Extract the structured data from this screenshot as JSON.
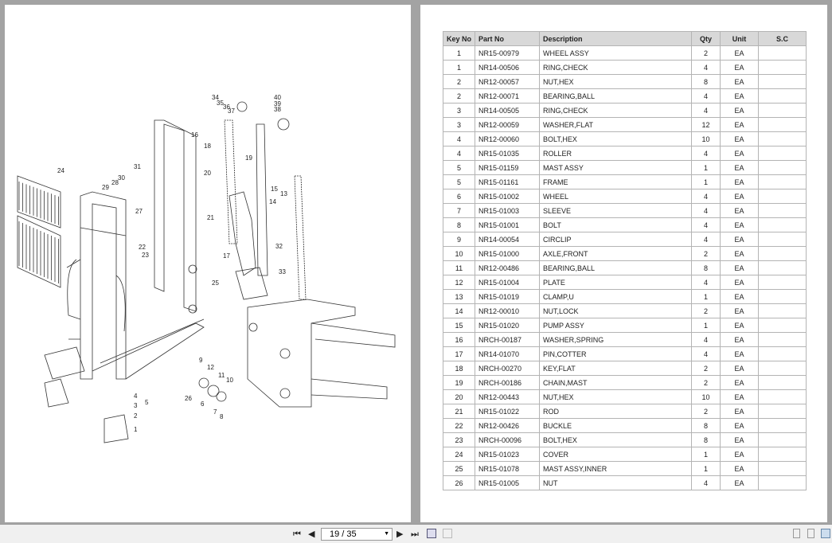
{
  "diagram": {
    "callouts": [
      "1",
      "2",
      "3",
      "4",
      "5",
      "6",
      "7",
      "8",
      "9",
      "10",
      "11",
      "12",
      "13",
      "14",
      "15",
      "16",
      "17",
      "18",
      "19",
      "20",
      "21",
      "22",
      "23",
      "24",
      "25",
      "26",
      "27",
      "28",
      "29",
      "30",
      "31",
      "32",
      "33",
      "34",
      "35",
      "36",
      "37",
      "38",
      "39",
      "40"
    ]
  },
  "table": {
    "headers": [
      "Key No",
      "Part No",
      "Description",
      "Qty",
      "Unit",
      "S.C"
    ],
    "rows": [
      [
        "1",
        "NR15-00979",
        "WHEEL ASSY",
        "2",
        "EA",
        ""
      ],
      [
        "1",
        "NR14-00506",
        "RING,CHECK",
        "4",
        "EA",
        ""
      ],
      [
        "2",
        "NR12-00057",
        "NUT,HEX",
        "8",
        "EA",
        ""
      ],
      [
        "2",
        "NR12-00071",
        "BEARING,BALL",
        "4",
        "EA",
        ""
      ],
      [
        "3",
        "NR14-00505",
        "RING,CHECK",
        "4",
        "EA",
        ""
      ],
      [
        "3",
        "NR12-00059",
        "WASHER,FLAT",
        "12",
        "EA",
        ""
      ],
      [
        "4",
        "NR12-00060",
        "BOLT,HEX",
        "10",
        "EA",
        ""
      ],
      [
        "4",
        "NR15-01035",
        "ROLLER",
        "4",
        "EA",
        ""
      ],
      [
        "5",
        "NR15-01159",
        "MAST ASSY",
        "1",
        "EA",
        ""
      ],
      [
        "5",
        "NR15-01161",
        "FRAME",
        "1",
        "EA",
        ""
      ],
      [
        "6",
        "NR15-01002",
        "WHEEL",
        "4",
        "EA",
        ""
      ],
      [
        "7",
        "NR15-01003",
        "SLEEVE",
        "4",
        "EA",
        ""
      ],
      [
        "8",
        "NR15-01001",
        "BOLT",
        "4",
        "EA",
        ""
      ],
      [
        "9",
        "NR14-00054",
        "CIRCLIP",
        "4",
        "EA",
        ""
      ],
      [
        "10",
        "NR15-01000",
        "AXLE,FRONT",
        "2",
        "EA",
        ""
      ],
      [
        "11",
        "NR12-00486",
        "BEARING,BALL",
        "8",
        "EA",
        ""
      ],
      [
        "12",
        "NR15-01004",
        "PLATE",
        "4",
        "EA",
        ""
      ],
      [
        "13",
        "NR15-01019",
        "CLAMP,U",
        "1",
        "EA",
        ""
      ],
      [
        "14",
        "NR12-00010",
        "NUT,LOCK",
        "2",
        "EA",
        ""
      ],
      [
        "15",
        "NR15-01020",
        "PUMP ASSY",
        "1",
        "EA",
        ""
      ],
      [
        "16",
        "NRCH-00187",
        "WASHER,SPRING",
        "4",
        "EA",
        ""
      ],
      [
        "17",
        "NR14-01070",
        "PIN,COTTER",
        "4",
        "EA",
        ""
      ],
      [
        "18",
        "NRCH-00270",
        "KEY,FLAT",
        "2",
        "EA",
        ""
      ],
      [
        "19",
        "NRCH-00186",
        "CHAIN,MAST",
        "2",
        "EA",
        ""
      ],
      [
        "20",
        "NR12-00443",
        "NUT,HEX",
        "10",
        "EA",
        ""
      ],
      [
        "21",
        "NR15-01022",
        "ROD",
        "2",
        "EA",
        ""
      ],
      [
        "22",
        "NR12-00426",
        "BUCKLE",
        "8",
        "EA",
        ""
      ],
      [
        "23",
        "NRCH-00096",
        "BOLT,HEX",
        "8",
        "EA",
        ""
      ],
      [
        "24",
        "NR15-01023",
        "COVER",
        "1",
        "EA",
        ""
      ],
      [
        "25",
        "NR15-01078",
        "MAST ASSY,INNER",
        "1",
        "EA",
        ""
      ],
      [
        "26",
        "NR15-01005",
        "NUT",
        "4",
        "EA",
        ""
      ]
    ]
  },
  "toolbar": {
    "page_value": "19 / 35",
    "first": "⏮",
    "prev": "◀",
    "next": "▶",
    "last": "⏭"
  }
}
